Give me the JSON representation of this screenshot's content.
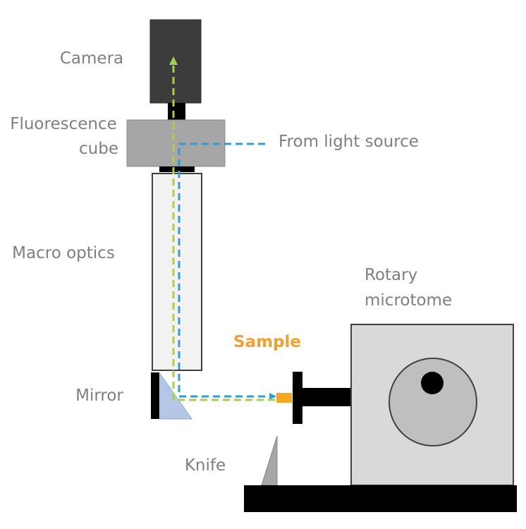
{
  "labels": {
    "camera": "Camera",
    "fluorescence_cube_line1": "Fluorescence",
    "fluorescence_cube_line2": "cube",
    "light_source": "From light source",
    "macro_optics": "Macro optics",
    "rotary_microtome_line1": "Rotary",
    "rotary_microtome_line2": "microtome",
    "sample": "Sample",
    "mirror": "Mirror",
    "knife": "Knife"
  },
  "colors": {
    "label_text": "#7f7f7f",
    "sample_label": "#f0a030",
    "sample_block": "#f5a623",
    "emission_path": "#a9cf4f",
    "excitation_path": "#2e9fd0",
    "camera_body": "#3c3c3c",
    "cube_body": "#a6a6a6",
    "optics_tube": "#f2f2f2",
    "mirror_prism": "#b4c7e7",
    "microtome_body": "#d9d9d9",
    "wheel": "#bfbfbf",
    "base": "#000000"
  }
}
